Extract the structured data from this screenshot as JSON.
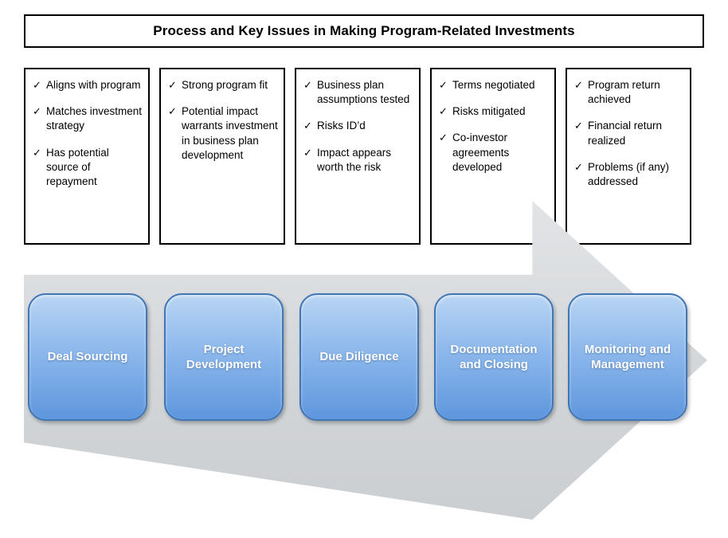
{
  "title": "Process and Key Issues in Making Program-Related Investments",
  "check_glyph": "✓",
  "issue_boxes": [
    {
      "items": [
        "Aligns with program",
        "Matches investment strategy",
        "Has potential source of repayment"
      ]
    },
    {
      "items": [
        "Strong program fit",
        "Potential impact warrants investment in business plan development"
      ]
    },
    {
      "items": [
        "Business plan assumptions tested",
        "Risks ID’d",
        "Impact appears worth the risk"
      ]
    },
    {
      "items": [
        "Terms negotiated",
        "Risks mitigated",
        "Co-investor agreements developed"
      ]
    },
    {
      "items": [
        "Program return achieved",
        "Financial return realized",
        "Problems (if any) addressed"
      ]
    }
  ],
  "stages": [
    {
      "label": "Deal Sourcing"
    },
    {
      "label": "Project Development"
    },
    {
      "label": "Due Diligence"
    },
    {
      "label": "Documentation and Closing"
    },
    {
      "label": "Monitoring and Management"
    }
  ],
  "colors": {
    "arrow_fill": "#d3d6d9",
    "stage_gradient_top": "#b9d5f3",
    "stage_gradient_bottom": "#5e96dd",
    "stage_border": "#4176b4",
    "box_border": "#000000"
  }
}
